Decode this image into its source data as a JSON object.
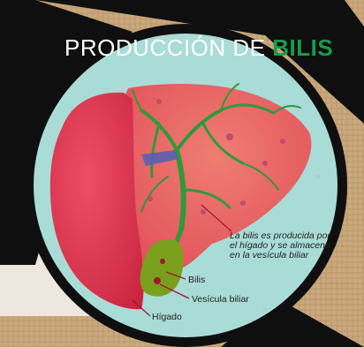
{
  "title_regular": "PRODUCCIÓN DE ",
  "title_bold": "BILIS",
  "note": "La bilis es producida por el hígado y se almacena en la vesícula biliar",
  "labels": {
    "bilis": "Bilis",
    "vesicula": "Vesícula biliar",
    "higado": "Hígado"
  },
  "colors": {
    "circle_bg": "#a9dcd6",
    "liver_dark": "#d9314a",
    "liver_light": "#e8666a",
    "bile_ducts": "#2f9a3a",
    "gallbladder": "#7a9f1d",
    "frame": "#0f0f0f",
    "paper": "#ede7dd",
    "burlap": "#c9a97e"
  }
}
